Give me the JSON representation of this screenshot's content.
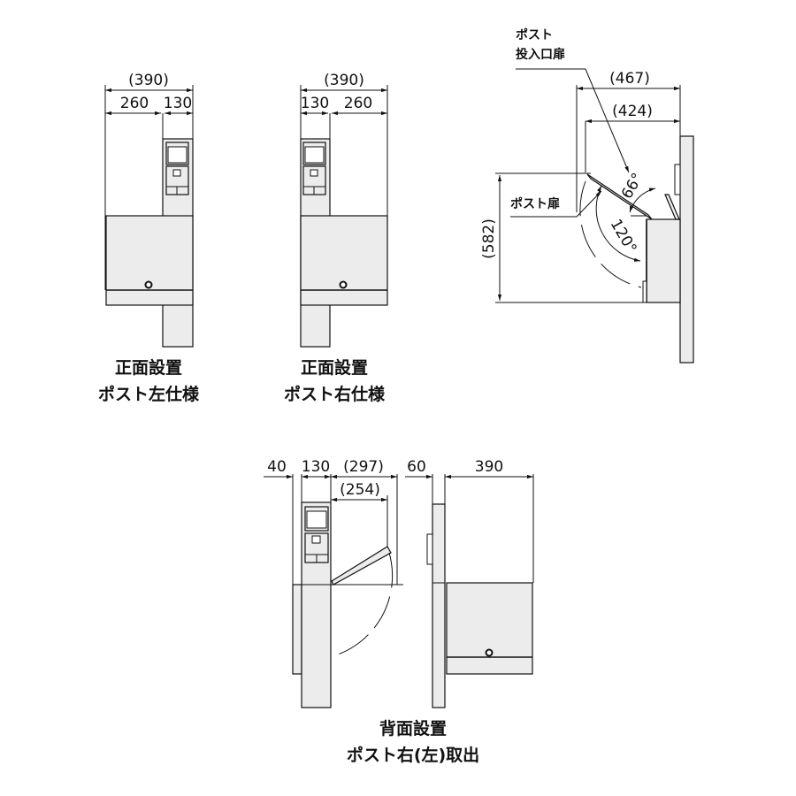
{
  "front_left": {
    "total_dim": "(390)",
    "dim_a": "260",
    "dim_b": "130",
    "caption_1": "正面設置",
    "caption_2": "ポスト左仕様"
  },
  "front_right": {
    "total_dim": "(390)",
    "dim_a": "130",
    "dim_b": "260",
    "caption_1": "正面設置",
    "caption_2": "ポスト右仕様"
  },
  "side_view": {
    "label_slot_door_1": "ポスト",
    "label_slot_door_2": "投入口扉",
    "label_post_door": "ポスト扉",
    "dim_outer": "(467)",
    "dim_inner": "(424)",
    "dim_height": "(582)",
    "angle_slot": "66°",
    "angle_door": "120°"
  },
  "rear": {
    "dim_40": "40",
    "dim_130": "130",
    "dim_297": "(297)",
    "dim_254": "(254)",
    "dim_60": "60",
    "dim_390": "390",
    "caption_1": "背面設置",
    "caption_2": "ポスト右(左)取出"
  }
}
